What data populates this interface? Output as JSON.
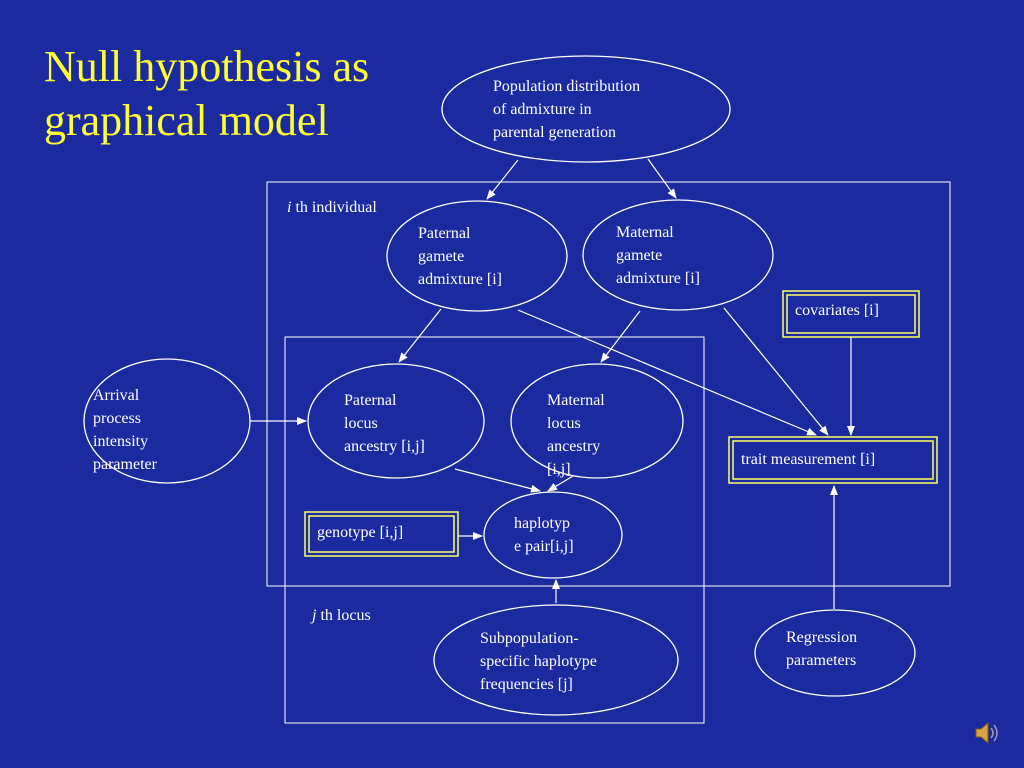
{
  "title_line1": "Null hypothesis as",
  "title_line2": "graphical model",
  "colors": {
    "background": "#1b2a9e",
    "title": "#ffff33",
    "lines": "#ffffff",
    "observed_border": "#ffff66"
  },
  "plates": {
    "individual": {
      "index": "i",
      "label": " th individual"
    },
    "locus": {
      "index": "j",
      "label": " th  locus"
    }
  },
  "nodes": {
    "population": [
      "Population distribution",
      "of admixture in",
      "parental generation"
    ],
    "paternal_gamete": [
      "Paternal",
      "gamete",
      "admixture [i]"
    ],
    "maternal_gamete": [
      "Maternal",
      "gamete",
      "admixture [i]"
    ],
    "covariates": [
      "covariates [i]"
    ],
    "arrival": [
      "Arrival",
      "process",
      "intensity",
      "parameter"
    ],
    "paternal_locus": [
      "Paternal",
      "locus",
      "ancestry [i,j]"
    ],
    "maternal_locus": [
      "Maternal",
      "locus",
      "ancestry",
      "[i,j]"
    ],
    "trait": [
      "trait measurement [i]"
    ],
    "genotype": [
      "genotype [i,j]"
    ],
    "haplotype": [
      "haplotyp",
      "e pair[i,j]"
    ],
    "subpopulation": [
      "Subpopulation-",
      "specific haplotype",
      "frequencies [j]"
    ],
    "regression": [
      "Regression",
      "parameters"
    ]
  },
  "icons": {
    "sound": "speaker-icon"
  }
}
